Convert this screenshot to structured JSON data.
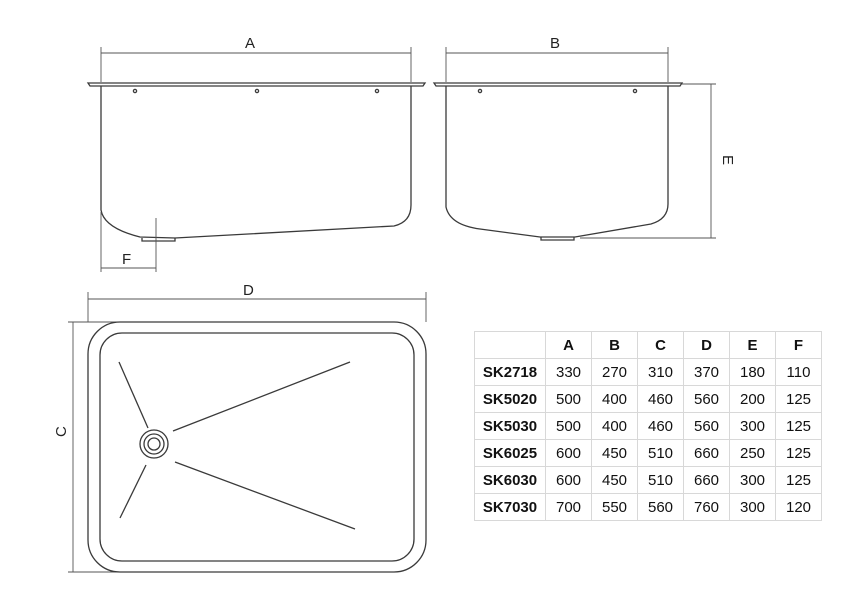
{
  "dimension_labels": {
    "A": "A",
    "B": "B",
    "C": "C",
    "D": "D",
    "E": "E",
    "F": "F"
  },
  "table": {
    "headers": [
      "",
      "A",
      "B",
      "C",
      "D",
      "E",
      "F"
    ],
    "rows": [
      {
        "model": "SK2718",
        "values": [
          "330",
          "270",
          "310",
          "370",
          "180",
          "110"
        ]
      },
      {
        "model": "SK5020",
        "values": [
          "500",
          "400",
          "460",
          "560",
          "200",
          "125"
        ]
      },
      {
        "model": "SK5030",
        "values": [
          "500",
          "400",
          "460",
          "560",
          "300",
          "125"
        ]
      },
      {
        "model": "SK6025",
        "values": [
          "600",
          "450",
          "510",
          "660",
          "250",
          "125"
        ]
      },
      {
        "model": "SK6030",
        "values": [
          "600",
          "450",
          "510",
          "660",
          "300",
          "125"
        ]
      },
      {
        "model": "SK7030",
        "values": [
          "700",
          "550",
          "560",
          "760",
          "300",
          "120"
        ]
      }
    ]
  }
}
